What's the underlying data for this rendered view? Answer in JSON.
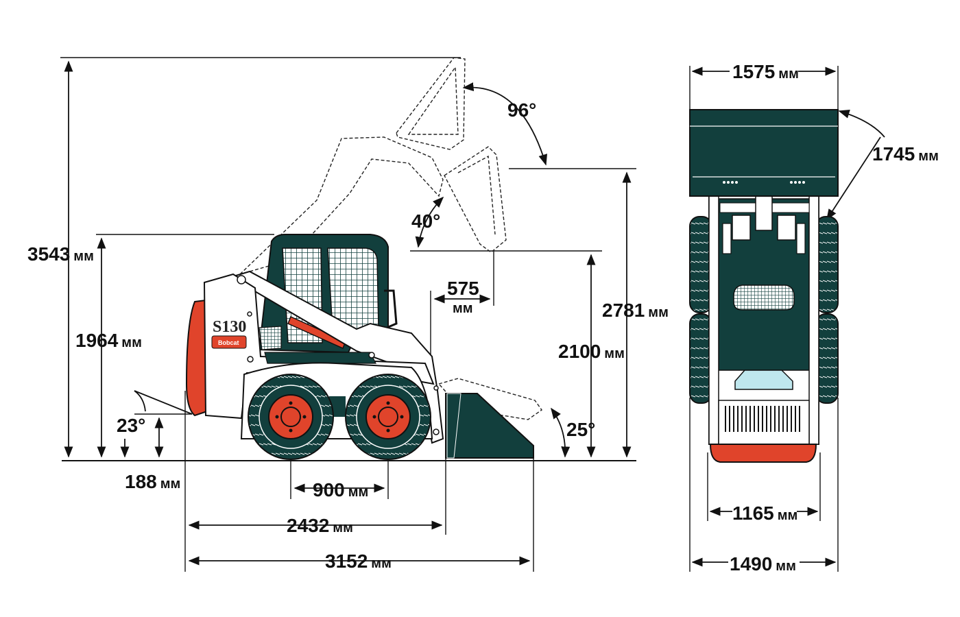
{
  "units": "мм",
  "colors": {
    "body_teal": "#123f3d",
    "body_red": "#e0442b",
    "white": "#ffffff",
    "line": "#111111",
    "window_blue": "#bfe7ee"
  },
  "side_view": {
    "model_label": "S130",
    "brand_label": "Bobcat",
    "dims": {
      "overall_height": "3543",
      "cab_height": "1964",
      "ground_clearance": "188",
      "wheelbase": "900",
      "length_no_bucket": "2432",
      "length_with_bucket": "3152",
      "dump_height": "2100",
      "hinge_pin_height": "2781",
      "dump_reach": "575"
    },
    "angles": {
      "departure": "23°",
      "rollback": "25°",
      "dump": "40°",
      "rollback_max_height": "96°"
    }
  },
  "front_view": {
    "dims": {
      "bucket_width": "1575",
      "turning_radius": "1745",
      "track_width": "1165",
      "overall_width": "1490"
    }
  }
}
